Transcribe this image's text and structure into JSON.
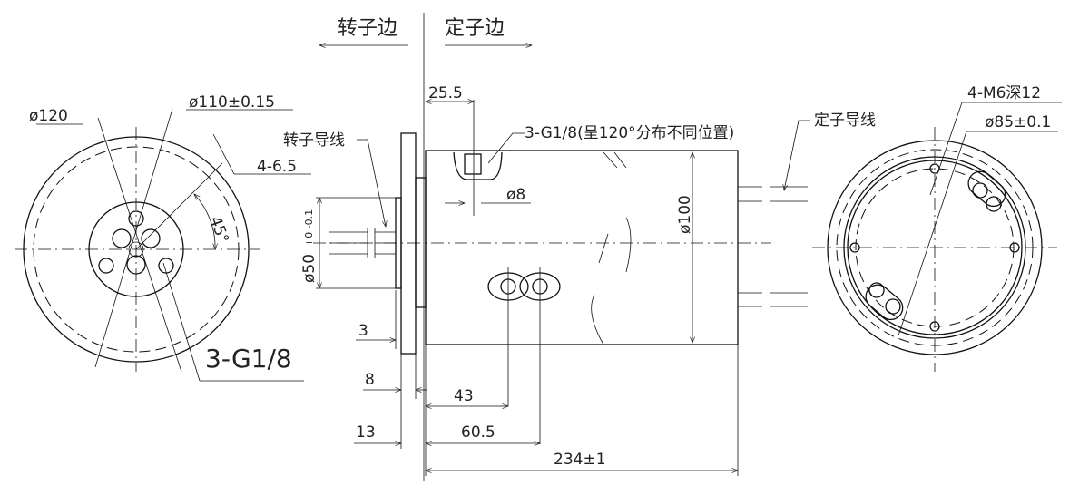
{
  "header": {
    "rotor_side": "转子边",
    "stator_side": "定子边"
  },
  "left_view": {
    "dia_outer": "ø120",
    "dia_mount": "ø110±0.15",
    "slots": "4-6.5",
    "angle": "45°",
    "ports": "3-G1/8"
  },
  "side_view": {
    "rotor_leads": "转子导线",
    "stator_leads": "定子导线",
    "dim_25_5": "25.5",
    "port_note": "3-G1/8(呈120°分布不同位置)",
    "dia_8": "ø8",
    "dia_50": "ø50",
    "tol_50": "+0 -0.1",
    "dia_100": "ø100",
    "dim_3": "3",
    "dim_8": "8",
    "dim_13": "13",
    "dim_43": "43",
    "dim_60_5": "60.5",
    "dim_234": "234±1"
  },
  "right_view": {
    "threads": "4-M6深12",
    "dia_85": "ø85±0.1"
  }
}
